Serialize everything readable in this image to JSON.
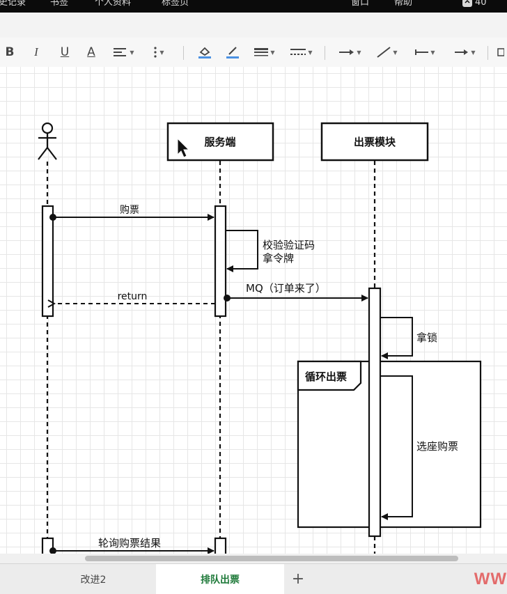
{
  "menubar": {
    "items": [
      "史记录",
      "书签",
      "个人资料",
      "标签页",
      "窗口",
      "帮助"
    ],
    "badge": "40"
  },
  "toolbar": {
    "bold": "B",
    "italic": "I",
    "underline": "U",
    "font_color": "A",
    "icons": [
      "bold-icon",
      "italic-icon",
      "underline-icon",
      "font-color-icon",
      "text-align-icon",
      "more-icon",
      "fill-color-icon",
      "line-color-icon",
      "line-weight-icon",
      "line-style-icon",
      "arrow-connection-icon",
      "waypoint-icon",
      "line-start-icon",
      "line-end-icon"
    ]
  },
  "diagram": {
    "participants": [
      "服务端",
      "出票模块"
    ],
    "messages": {
      "buy": "购票",
      "self_check_line1": "校验验证码",
      "self_check_line2": "拿令牌",
      "return": "return",
      "mq": "MQ（订单来了）",
      "lock": "拿锁",
      "select_seat": "选座购票",
      "poll": "轮询购票结果"
    },
    "loop_label": "循环出票"
  },
  "tabs": {
    "items": [
      "改进2",
      "排队出票"
    ],
    "active": "排队出票",
    "add": "+"
  },
  "brand": "WW",
  "colors": {
    "menubar_bg": "#0b0b0b",
    "active_tab_text": "#1f7a3a",
    "brand": "#e36b6b",
    "fill_icon_accent": "#4a90e2"
  }
}
